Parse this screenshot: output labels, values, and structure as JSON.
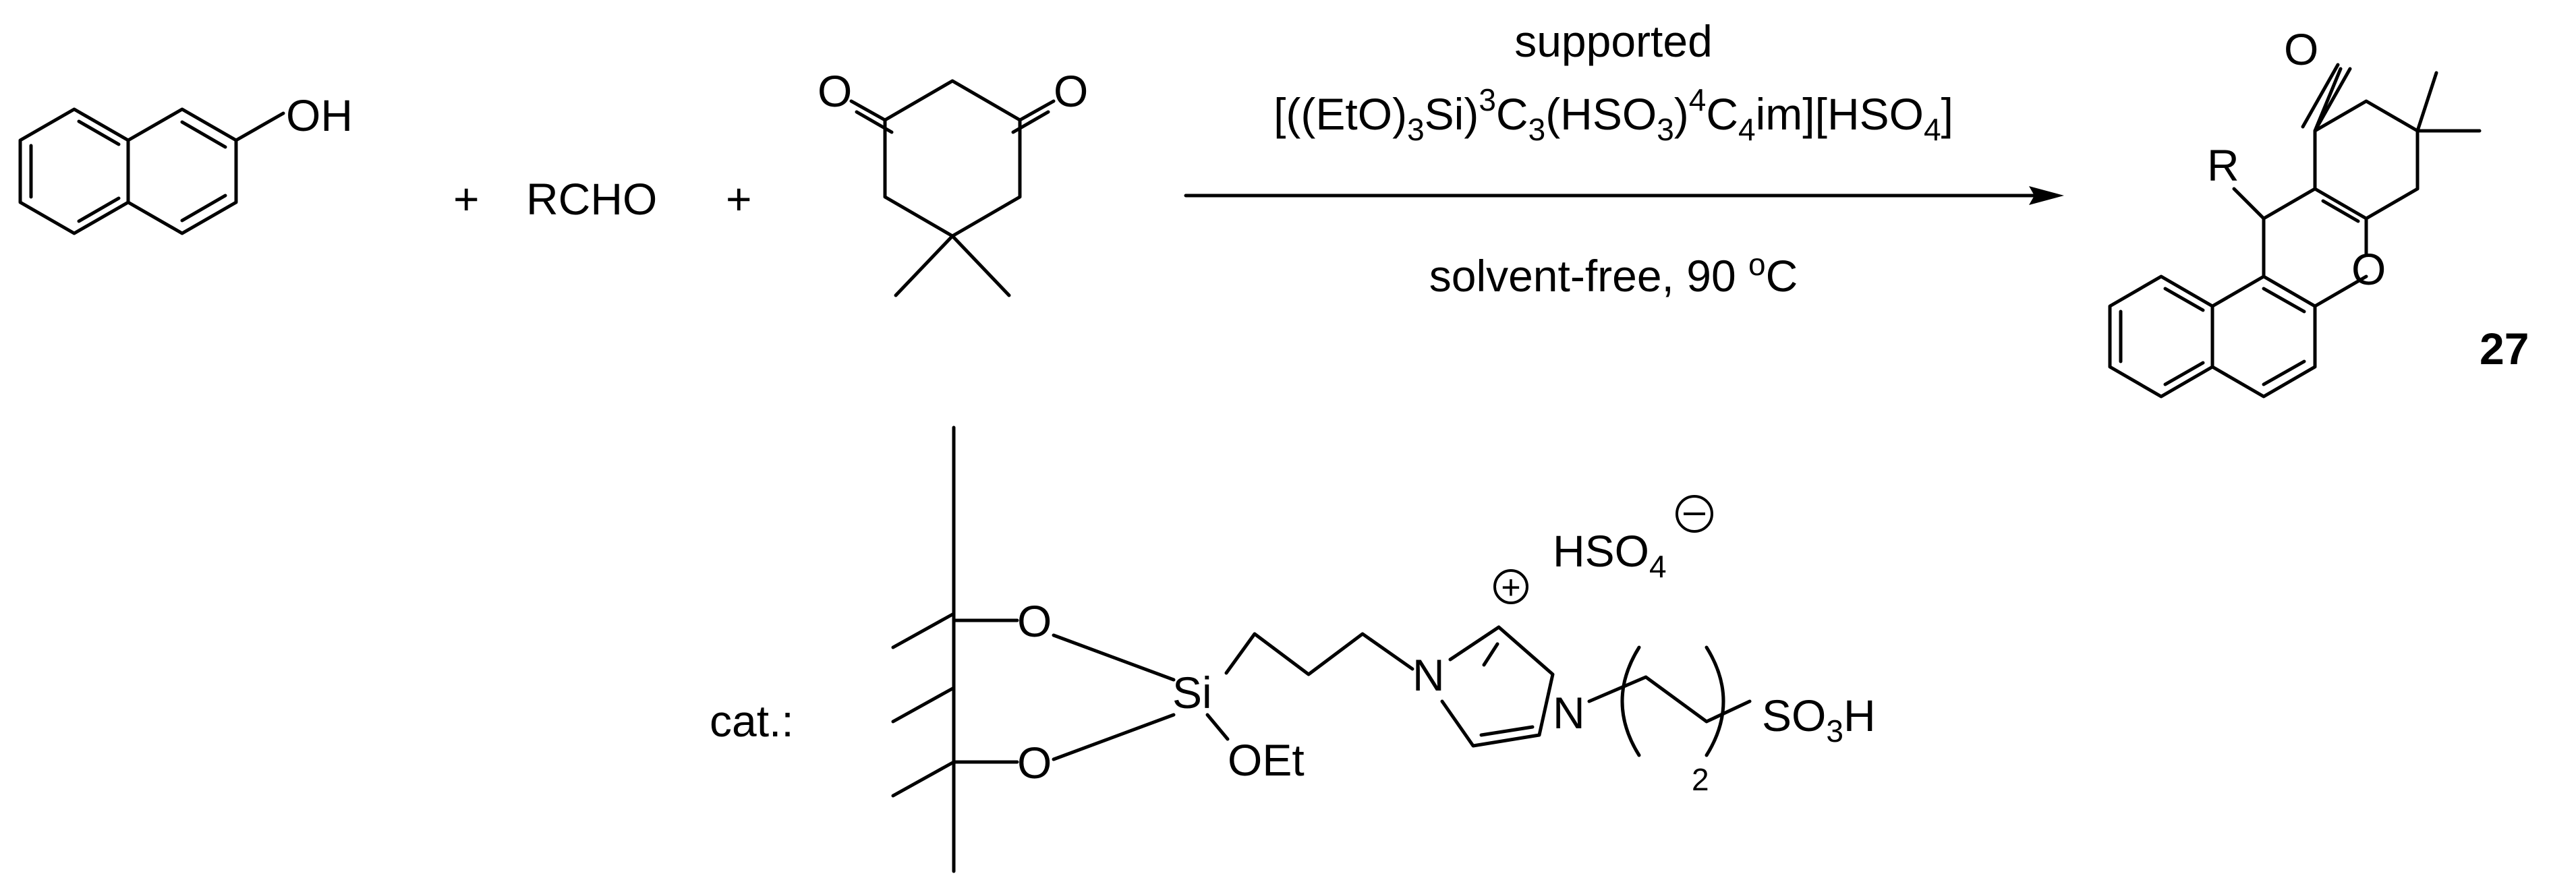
{
  "reagents": {
    "naphthol_oh": "OH",
    "plus_1": "+",
    "aldehyde": "RCHO",
    "plus_2": "+",
    "dione_o_left": "O",
    "dione_o_right": "O"
  },
  "conditions": {
    "above_line1": "supported",
    "catalyst_formula": "[((EtO)3Si)3C3(HSO3)4C4im][HSO4]",
    "below": "solvent-free, 90 oC"
  },
  "product": {
    "o_carbonyl": "O",
    "r_group": "R",
    "o_ring": "O",
    "compound_number": "27"
  },
  "catalyst": {
    "label": "cat.:",
    "o_upper": "O",
    "o_lower": "O",
    "si": "Si",
    "oet": "OEt",
    "n_cation": "N",
    "n_alkyl": "N",
    "plus_charge": "+",
    "anion": "HSO4",
    "minus_charge": "−",
    "repeat_n": "2",
    "sulfonic_acid": "SO3H"
  }
}
